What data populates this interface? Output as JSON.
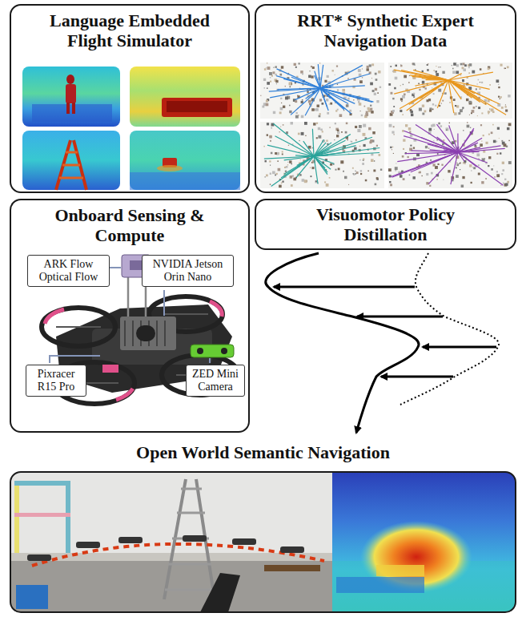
{
  "diagram": {
    "nodes": [
      {
        "text": [
          "Language Embedded Flight Simulator"
        ]
      },
      {
        "text": [
          "RRT* Synthetic Expert Navigation Data"
        ]
      },
      {
        "text": [
          "Onboard Sensing & Compute"
        ]
      },
      {
        "text": [
          "ARK Flow Optical Flow"
        ],
        "in": 2
      },
      {
        "text": [
          "NVIDIA Jetson Orin Nano"
        ],
        "in": 2
      },
      {
        "text": [
          "Pixracer R15 Pro"
        ],
        "in": 2
      },
      {
        "text": [
          "ZED Mini Camera"
        ],
        "in": 2
      },
      {
        "text": [
          "Visuomotor Policy Distillation"
        ]
      },
      {
        "text": [
          "Open World Semantic Navigation"
        ]
      }
    ]
  }
}
